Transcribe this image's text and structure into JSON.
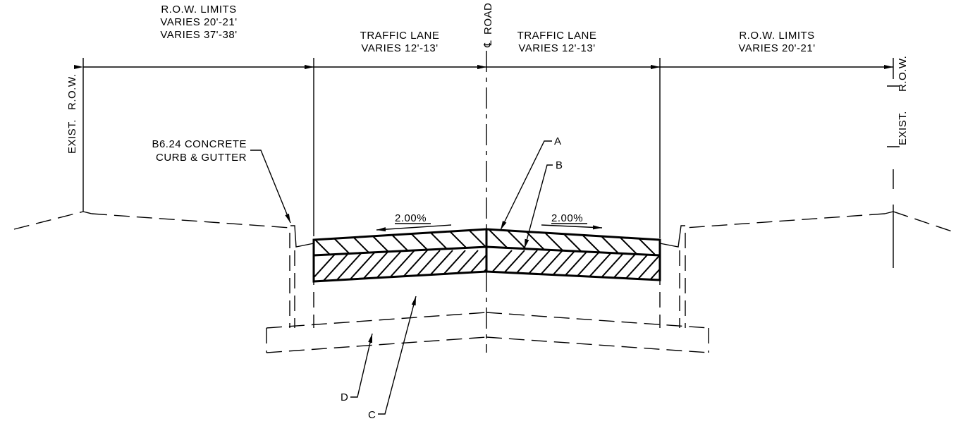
{
  "labels": {
    "row_left_title": "R.O.W. LIMITS",
    "row_left_line2": "VARIES 20'-21'",
    "row_left_line3": "VARIES 37'-38'",
    "lane_left_title": "TRAFFIC LANE",
    "lane_left_line2": "VARIES 12'-13'",
    "centerline_symbol": "℄",
    "centerline_road": "ROAD",
    "lane_right_title": "TRAFFIC LANE",
    "lane_right_line2": "VARIES 12'-13'",
    "row_right_title": "R.O.W. LIMITS",
    "row_right_line2": "VARIES 20'-21'",
    "exist_row_left_a": "EXIST.",
    "exist_row_left_b": "R.O.W.",
    "exist_row_right_a": "EXIST.",
    "exist_row_right_b": "R.O.W.",
    "curb_line1": "B6.24 CONCRETE",
    "curb_line2": "CURB & GUTTER",
    "slope_left": "2.00%",
    "slope_right": "2.00%",
    "callout_a": "A",
    "callout_b": "B",
    "callout_c": "C",
    "callout_d": "D"
  }
}
